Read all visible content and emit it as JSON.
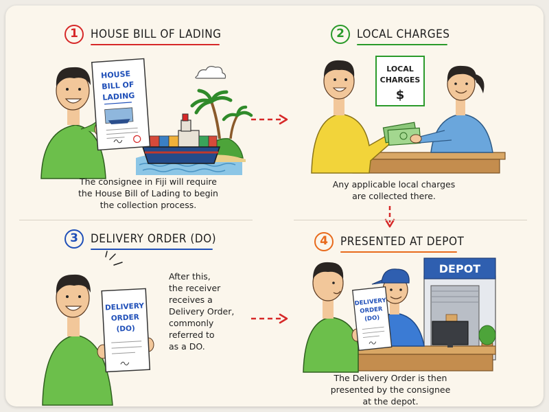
{
  "steps": [
    {
      "number": "1",
      "title": "HOUSE BILL OF LADING",
      "color": "#d62828",
      "description": [
        "The consignee in Fiji will require",
        "the House Bill of Lading to begin",
        "the collection process."
      ],
      "document_text": [
        "HOUSE",
        "BILL OF",
        "LADING"
      ]
    },
    {
      "number": "2",
      "title": "LOCAL CHARGES",
      "color": "#2a9a2a",
      "description": [
        "Any applicable local charges",
        "are collected there."
      ],
      "sign_text": [
        "LOCAL",
        "CHARGES",
        "$"
      ]
    },
    {
      "number": "3",
      "title": "DELIVERY ORDER (DO)",
      "color": "#1f4fb8",
      "description": [
        "After this,",
        "the receiver",
        "receives a",
        "Delivery Order,",
        "commonly",
        "referred to",
        "as a DO."
      ],
      "document_text": [
        "DELIVERY",
        "ORDER",
        "(DO)"
      ]
    },
    {
      "number": "4",
      "title": "PRESENTED AT DEPOT",
      "color": "#e86a1c",
      "description": [
        "The Delivery Order is then",
        "presented by the consignee",
        "at the depot."
      ],
      "document_text": [
        "DELIVERY",
        "ORDER",
        "(DO)"
      ],
      "depot_sign": "DEPOT"
    }
  ],
  "colors": {
    "arrow": "#d62828",
    "shirt_green": "#6cbf4b",
    "shirt_yellow": "#f2d43a",
    "shirt_blue": "#6aa6dc",
    "skin": "#f2c79a",
    "hair": "#2a2522",
    "document_blue": "#1f4fb8",
    "depot_blue": "#2f5fb0"
  }
}
